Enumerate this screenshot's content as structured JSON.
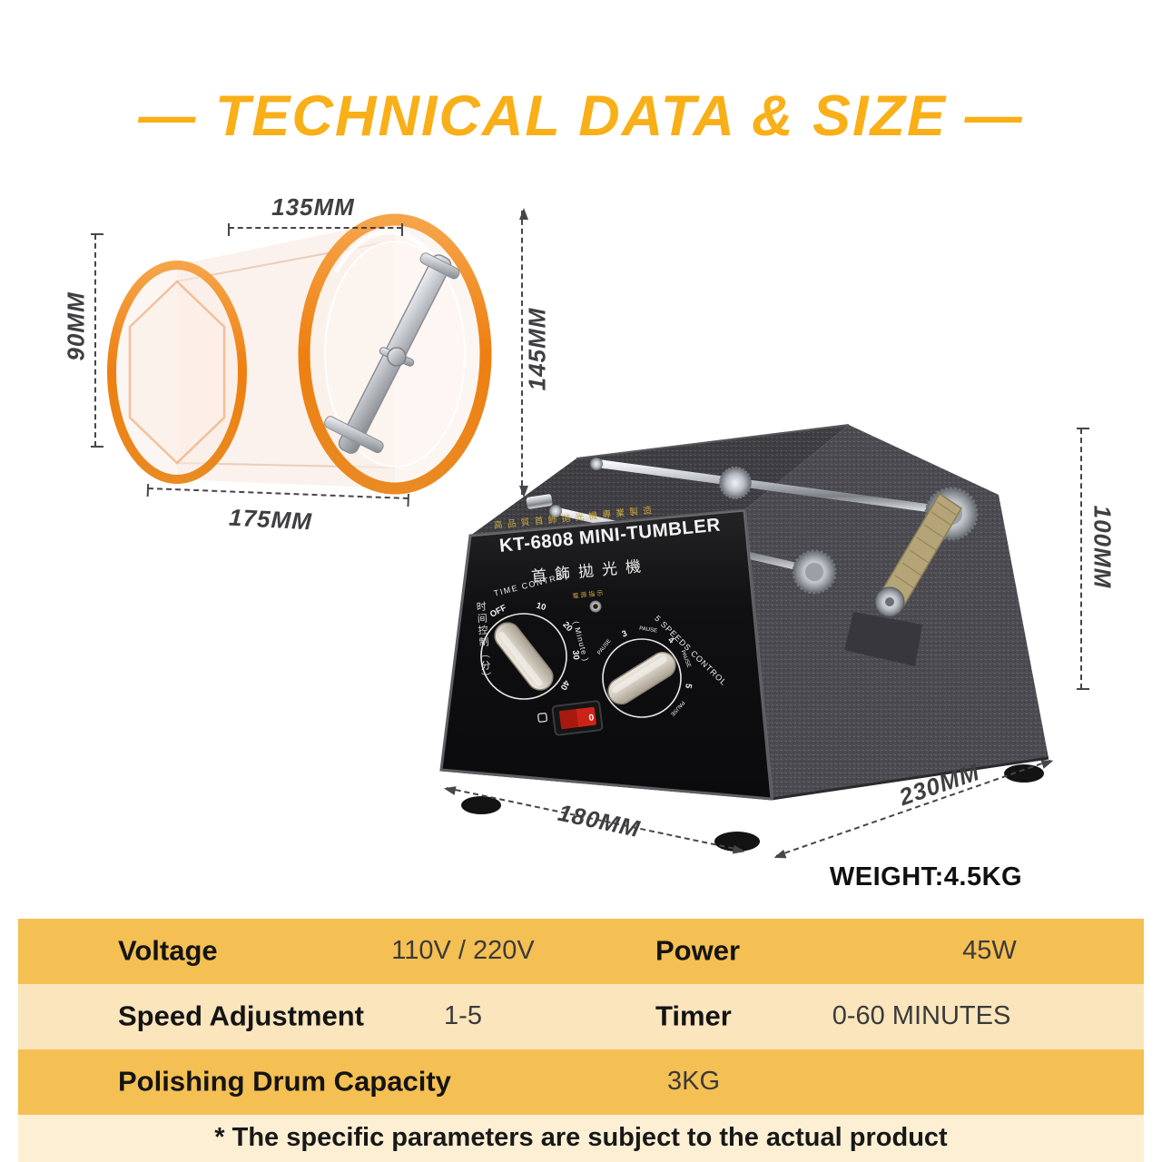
{
  "title": {
    "text": "—  TECHNICAL DATA & SIZE  —",
    "color": "#F9AF18"
  },
  "drum": {
    "dim_width_top": "135MM",
    "dim_height_left": "90MM",
    "dim_height_right": "145MM",
    "dim_width_bottom": "175MM"
  },
  "machine": {
    "brand_line": "高品質首飾拋光機專業製造",
    "model_title": "KT-6808 MINI-TUMBLER",
    "model_subtitle": "首飾拋光機",
    "left_dial": {
      "label": "TIME CONTROL",
      "unit": "( Minute )",
      "side_label": "时间控制（分）",
      "marks": [
        "OFF",
        "10",
        "20",
        "30",
        "40"
      ]
    },
    "indicator_label": "電源指示",
    "right_dial": {
      "label": "5 SPEEDS CONTROL",
      "marks": [
        "PAUSE",
        "3",
        "PAUSE",
        "4",
        "PAUSE",
        "5",
        "PAUSE"
      ]
    },
    "switch_label": "0",
    "dim_height": "100MM",
    "dim_depth": "230MM",
    "dim_width": "180MM",
    "weight": "WEIGHT:4.5KG"
  },
  "table": {
    "rows": [
      {
        "c1": "Voltage",
        "c2": "110V / 220V",
        "c3": "Power",
        "c4": "45W"
      },
      {
        "c1": "Speed Adjustment",
        "c2": "1-5",
        "c3": "Timer",
        "c4": "0-60 MINUTES"
      },
      {
        "c1": "Polishing Drum Capacity",
        "c2": "3KG"
      }
    ],
    "footnote": "* The specific parameters are subject to the actual product"
  },
  "colors": {
    "accent": "#F9AF18",
    "row_dark": "#F5C053",
    "row_light": "#FAE5BD",
    "row_footer": "#FCEFD4",
    "rim_orange": "#EE7F10",
    "dim_text": "#3F3F41"
  }
}
